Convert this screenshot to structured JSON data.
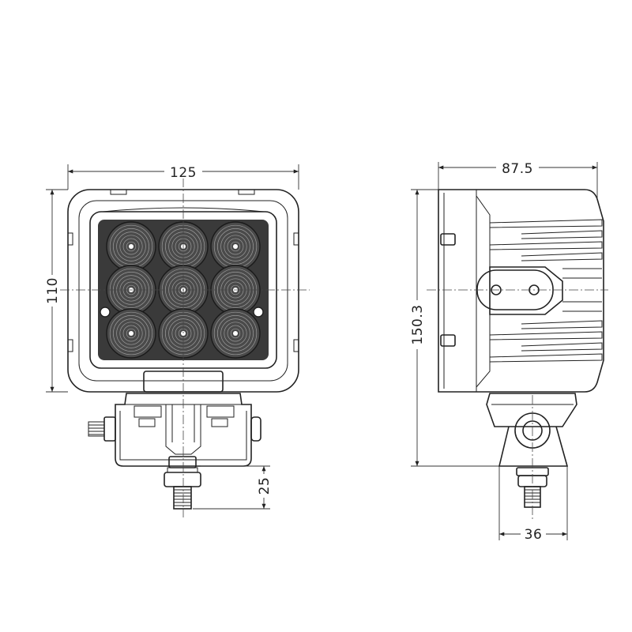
{
  "front_view": {
    "width_dim": "125",
    "height_dim": "110",
    "bracket_dim": "25"
  },
  "side_view": {
    "depth_dim": "87.5",
    "total_height_dim": "150.3",
    "mount_width_dim": "36"
  },
  "colors": {
    "line": "#222222",
    "lens": "#3a3a3a",
    "background": "#ffffff"
  }
}
